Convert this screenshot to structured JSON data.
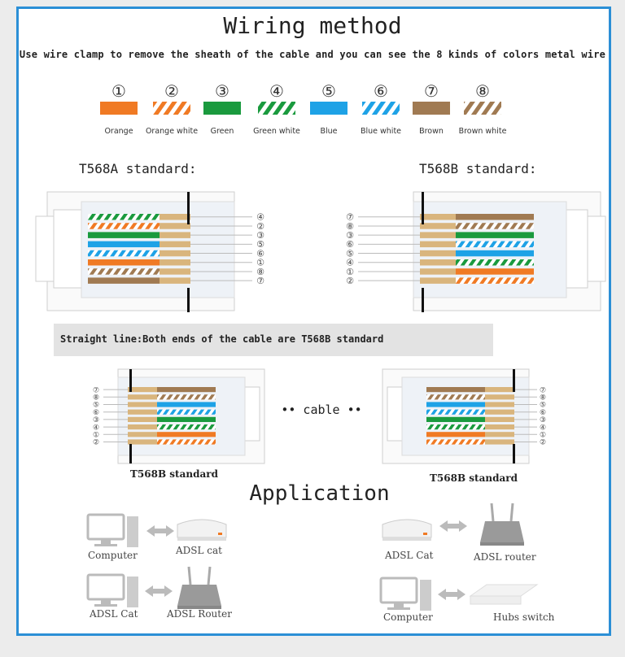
{
  "heading": "Wiring method",
  "subtitle": "Use wire clamp to remove the sheath of the cable and you can see the 8 kinds of colors metal wire",
  "wires": [
    {
      "num": "①",
      "label": "Orange",
      "color": "#f07a24",
      "striped": false
    },
    {
      "num": "②",
      "label": "Orange white",
      "color": "#f07a24",
      "striped": true
    },
    {
      "num": "③",
      "label": "Green",
      "color": "#1a9a3e",
      "striped": false
    },
    {
      "num": "④",
      "label": "Green white",
      "color": "#1a9a3e",
      "striped": true
    },
    {
      "num": "⑤",
      "label": "Blue",
      "color": "#1ea2e6",
      "striped": false
    },
    {
      "num": "⑥",
      "label": "Blue white",
      "color": "#1ea2e6",
      "striped": true
    },
    {
      "num": "⑦",
      "label": "Brown",
      "color": "#a07a52",
      "striped": false
    },
    {
      "num": "⑧",
      "label": "Brown white",
      "color": "#a07a52",
      "striped": true
    }
  ],
  "standards": {
    "a_label": "T568A standard:",
    "b_label": "T568B standard:",
    "a_pins": [
      "④",
      "②",
      "③",
      "⑤",
      "⑥",
      "①",
      "⑧",
      "⑦"
    ],
    "b_pins": [
      "⑦",
      "⑧",
      "③",
      "⑥",
      "⑤",
      "④",
      "①",
      "②"
    ]
  },
  "straight": {
    "banner": "Straight line:Both ends of the cable are T568B standard",
    "cable_label": "•• cable ••",
    "left_label": "T568B standard",
    "right_label": "T568B standard",
    "left_pins": [
      "⑦",
      "⑧",
      "⑤",
      "⑥",
      "③",
      "④",
      "①",
      "②"
    ],
    "right_pins": [
      "⑦",
      "⑧",
      "⑤",
      "⑥",
      "③",
      "④",
      "①",
      "②"
    ]
  },
  "application": {
    "title": "Application",
    "items": [
      {
        "left": "Computer",
        "right": "ADSL cat"
      },
      {
        "left": "ADSL Cat",
        "right": "ADSL router"
      },
      {
        "left": "ADSL Cat",
        "right": "ADSL Router"
      },
      {
        "left": "Computer",
        "right": "Hubs switch"
      }
    ]
  }
}
